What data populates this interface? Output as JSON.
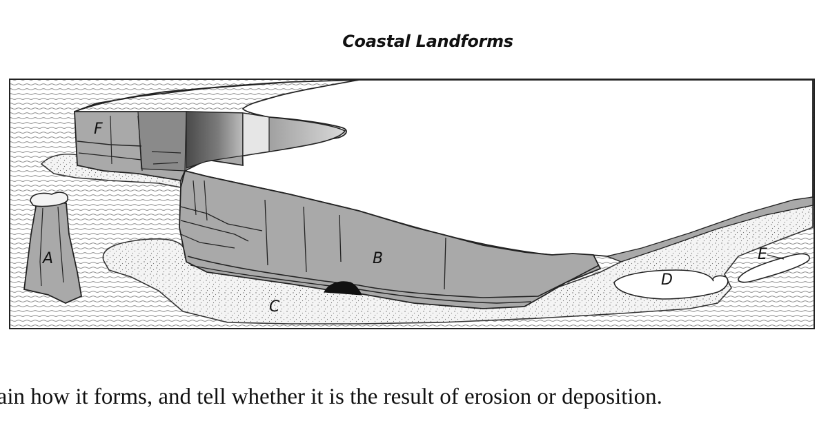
{
  "figure": {
    "title": "Coastal Landforms",
    "labels": {
      "a": "A",
      "b": "B",
      "c": "C",
      "d": "D",
      "e": "E",
      "f": "F"
    }
  },
  "question": {
    "text": "plain how it forms, and tell whether it is the result of erosion or deposition."
  }
}
